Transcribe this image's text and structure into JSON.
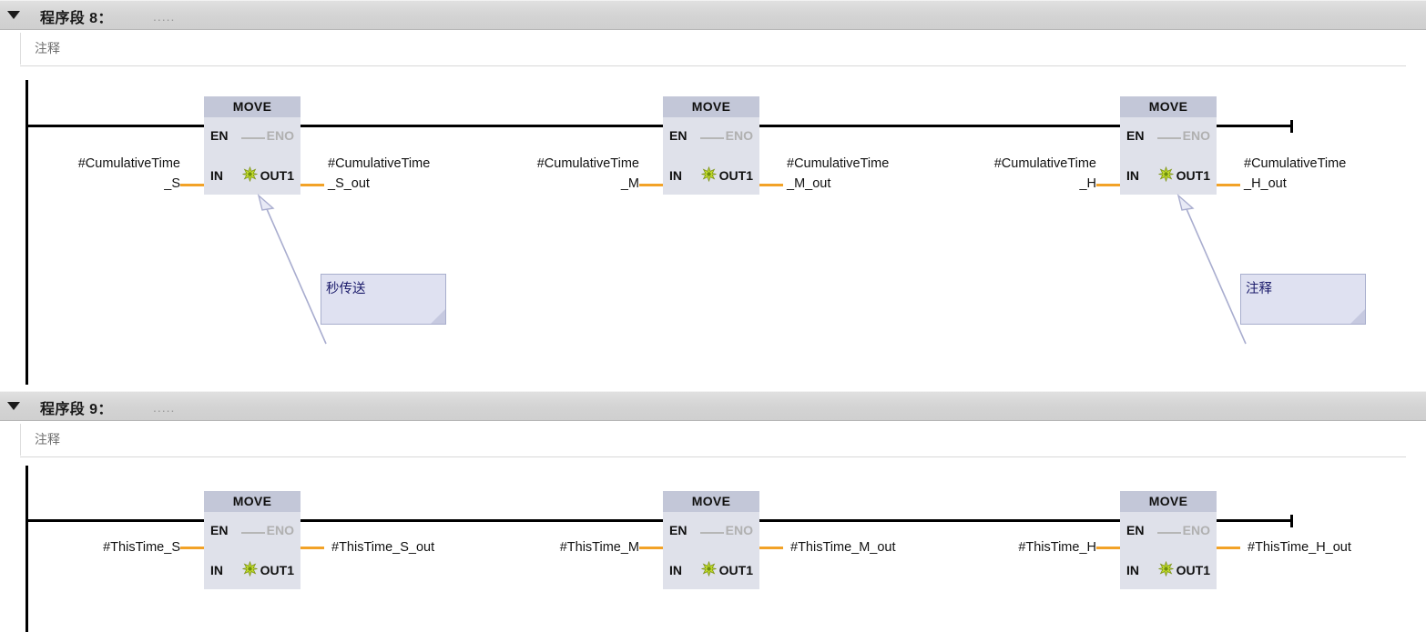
{
  "networks": [
    {
      "id": "network-8",
      "label_prefix": "程序段",
      "number": "8",
      "colon": "：",
      "dots": ".....",
      "comment_placeholder": "注释",
      "blocks": [
        {
          "title": "MOVE",
          "en": "EN",
          "eno": "ENO",
          "in": "IN",
          "out": "OUT1",
          "input_operand_line1": "#CumulativeTime",
          "input_operand_line2": "_S",
          "output_operand_line1": "#CumulativeTime",
          "output_operand_line2": "_S_out"
        },
        {
          "title": "MOVE",
          "en": "EN",
          "eno": "ENO",
          "in": "IN",
          "out": "OUT1",
          "input_operand_line1": "#CumulativeTime",
          "input_operand_line2": "_M",
          "output_operand_line1": "#CumulativeTime",
          "output_operand_line2": "_M_out"
        },
        {
          "title": "MOVE",
          "en": "EN",
          "eno": "ENO",
          "in": "IN",
          "out": "OUT1",
          "input_operand_line1": "#CumulativeTime",
          "input_operand_line2": "_H",
          "output_operand_line1": "#CumulativeTime",
          "output_operand_line2": "_H_out"
        }
      ],
      "callouts": [
        {
          "text": "秒传送"
        },
        {
          "text": "注释"
        }
      ]
    },
    {
      "id": "network-9",
      "label_prefix": "程序段",
      "number": "9",
      "colon": "：",
      "dots": ".....",
      "comment_placeholder": "注释",
      "blocks": [
        {
          "title": "MOVE",
          "en": "EN",
          "eno": "ENO",
          "in": "IN",
          "out": "OUT1",
          "input_operand_line1": "#ThisTime_S",
          "input_operand_line2": "",
          "output_operand_line1": "#ThisTime_S_out",
          "output_operand_line2": ""
        },
        {
          "title": "MOVE",
          "en": "EN",
          "eno": "ENO",
          "in": "IN",
          "out": "OUT1",
          "input_operand_line1": "#ThisTime_M",
          "input_operand_line2": "",
          "output_operand_line1": "#ThisTime_M_out",
          "output_operand_line2": ""
        },
        {
          "title": "MOVE",
          "en": "EN",
          "eno": "ENO",
          "in": "IN",
          "out": "OUT1",
          "input_operand_line1": "#ThisTime_H",
          "input_operand_line2": "",
          "output_operand_line1": "#ThisTime_H_out",
          "output_operand_line2": ""
        }
      ],
      "callouts": []
    }
  ],
  "colors": {
    "header_bar": "#d4d4d4",
    "block_title_bg": "#c3c7d8",
    "block_body_bg": "#dfe1ea",
    "wire_orange": "#f2a227",
    "rail_black": "#000000",
    "callout_bg": "#dfe1f1",
    "callout_border": "#a8aecd",
    "callout_text": "#1b1b6b",
    "star_icon": "#b6d430"
  },
  "icons": {
    "collapse": "triangle-down-icon",
    "move_star": "starburst-icon"
  }
}
